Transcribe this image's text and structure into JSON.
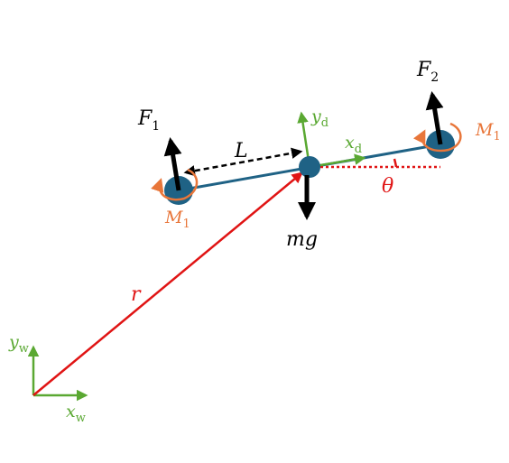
{
  "colors": {
    "body": "#1f6285",
    "frame": "#5aa832",
    "position": "#e01414",
    "moment": "#e8763a",
    "force": "#000000",
    "angle": "#e01414"
  },
  "labels": {
    "F1": {
      "main": "F",
      "sub": "1"
    },
    "F2": {
      "main": "F",
      "sub": "2"
    },
    "M_left": {
      "main": "M",
      "sub": "1"
    },
    "M_right": {
      "main": "M",
      "sub": "1"
    },
    "L": "L",
    "mg": "mg",
    "yd": {
      "main": "y",
      "sub": "d"
    },
    "xd": {
      "main": "x",
      "sub": "d"
    },
    "theta": "θ",
    "r": "r",
    "yw": {
      "main": "y",
      "sub": "w"
    },
    "xw": {
      "main": "x",
      "sub": "w"
    }
  }
}
